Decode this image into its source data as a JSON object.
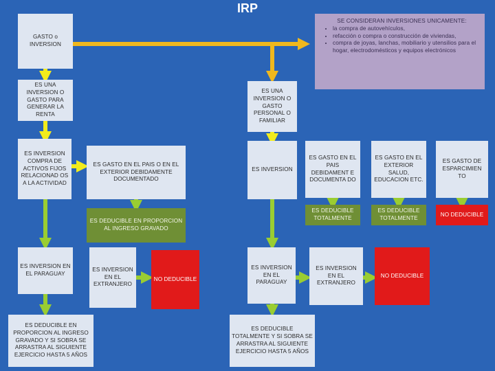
{
  "title": "IRP",
  "colors": {
    "background": "#2b64b6",
    "light_box": "#dfe6f1",
    "green_box": "#6f8f35",
    "red_box": "#e11a1a",
    "purple_box": "#b3a2c8",
    "arrow_yellow": "#f2ec1c",
    "arrow_green": "#9acd32",
    "arrow_orange": "#f0b81e"
  },
  "boxes": {
    "gasto_o_inversion": "GASTO o INVERSION",
    "inversion_o_gasto_renta": "ES UNA INVERSION O GASTO PARA GENERAR LA RENTA",
    "inversion_o_gasto_personal": "ES UNA INVERSION O GASTO PERSONAL O FAMILIAR",
    "inversion_compra_activos": "ES INVERSION COMPRA DE ACTIVOS FIJOS RELACIONAD OS A LA ACTIVIDAD",
    "gasto_pais_exterior": "ES GASTO EN EL PAIS O EN EL EXTERIOR DEBIDAMENTE DOCUMENTADO",
    "deducible_proporcion": "ES DEDUCIBLE EN PROPORCION AL INGRESO GRAVADO",
    "es_inversion": "ES INVERSION",
    "gasto_pais_documentado": "ES GASTO EN EL PAIS DEBIDAMENT E DOCUMENTA DO",
    "gasto_exterior_salud": "ES GASTO EN EL EXTERIOR SALUD, EDUCACION ETC.",
    "gasto_esparcimiento": "ES GASTO DE ESPARCIMIEN TO",
    "deducible_totalmente_1": "ES DEDUCIBLE TOTALMENTE",
    "deducible_totalmente_2": "ES DEDUCIBLE TOTALMENTE",
    "no_deducible_1": "NO DEDUCIBLE",
    "inversion_paraguay_1": "ES INVERSION EN EL PARAGUAY",
    "inversion_extranjero_1": "ES INVERSION EN EL EXTRANJERO",
    "no_deducible_2": "NO DEDUCIBLE",
    "inversion_paraguay_2": "ES INVERSION EN EL PARAGUAY",
    "inversion_extranjero_2": "ES INVERSION EN EL EXTRANJERO",
    "no_deducible_3": "NO DEDUCIBLE",
    "deducible_5_anos": "ES DEDUCIBLE EN PROPORCION AL INGRESO GRAVADO Y SI SOBRA SE ARRASTRA AL SIGUIENTE EJERCICIO HASTA 5 AÑOS",
    "deducible_total_arrastra": "ES DEDUCIBLE TOTALMENTE Y SI SOBRA SE ARRASTRA AL SIGUIENTE EJERCICIO HASTA 5 AÑOS"
  },
  "note": {
    "heading": "SE CONSIDERAN INVERSIONES UNICAMENTE:",
    "items": [
      "la compra de autovehículos,",
      "refacción o compra o construcción de viviendas,",
      "compra de joyas, lanchas, mobiliario y utensilios para el hogar, electrodomésticos y equipos electrónicos"
    ]
  }
}
